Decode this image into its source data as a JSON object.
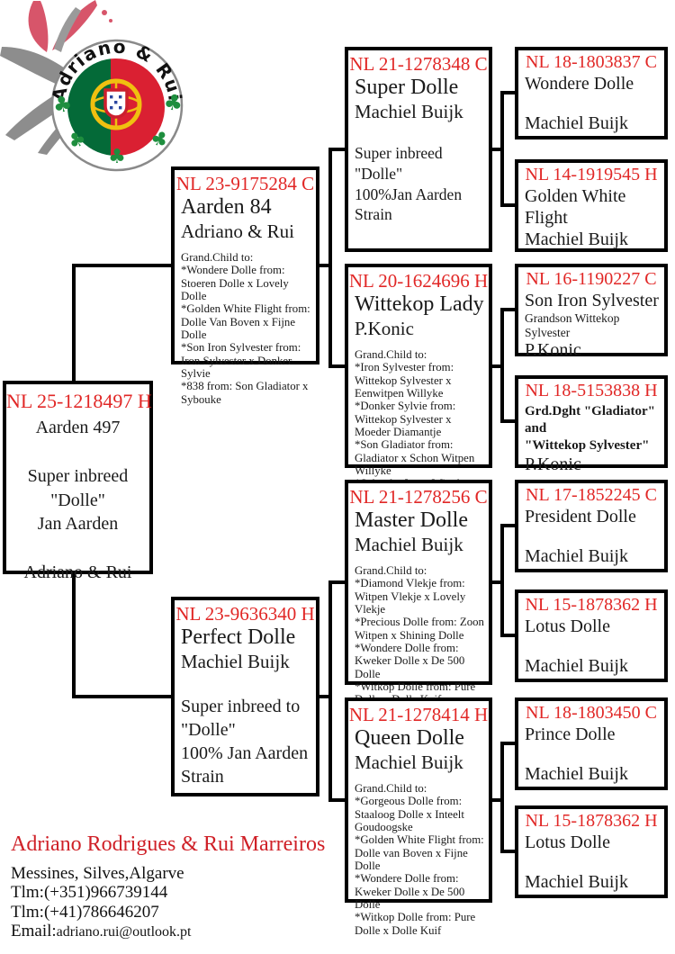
{
  "logo": {
    "brand": "Adriano & Rui",
    "clover_glyph": "♣",
    "colors": {
      "flag_green": "#046a38",
      "flag_red": "#da2032",
      "armillary_yellow": "#f0c010",
      "clover_green": "#1e8e3e",
      "wing_red": "#d7556a",
      "wing_gray": "#8d8d8d"
    }
  },
  "accent": {
    "ring_number_red": "#e12726",
    "connector_black": "#000000"
  },
  "boxes": {
    "main": {
      "ring": "NL 25-1218497 H",
      "lines": [
        "Aarden 497",
        "",
        "Super inbreed",
        "\"Dolle\"",
        "Jan Aarden",
        "",
        "Adriano & Rui"
      ]
    },
    "aarden84": {
      "ring": "NL 23-9175284 C",
      "name": "Aarden 84",
      "owner": "Adriano & Rui",
      "details": [
        "Grand.Child to:",
        "*Wondere Dolle from: Stoeren Dolle x Lovely Dolle",
        "*Golden White Flight from: Dolle Van Boven x Fijne Dolle",
        "*Son Iron Sylvester from: Iron Sylvester x Donker Sylvie",
        "*838 from: Son Gladiator x Sybouke"
      ]
    },
    "perfect": {
      "ring": "NL 23-9636340 H",
      "name": "Perfect Dolle",
      "owner": "Machiel Buijk",
      "notes": [
        "Super inbreed to",
        "\"Dolle\"",
        "100% Jan Aarden",
        "Strain"
      ]
    },
    "superdolle": {
      "ring": "NL 21-1278348 C",
      "name": "Super Dolle",
      "owner": "Machiel Buijk",
      "notes": [
        "Super inbreed \"Dolle\"",
        "100%Jan Aarden",
        "Strain"
      ]
    },
    "wittekop": {
      "ring": "NL 20-1624696 H",
      "name": "Wittekop Lady",
      "owner": "P.Konic",
      "details": [
        "Grand.Child to:",
        "*Iron Sylvester from: Wittekop Sylvester x Eenwitpen Willyke",
        "*Donker Sylvie from: Wittekop Sylvester x Moeder Diamantje",
        "*Son Gladiator from: Gladiator x Schon Witpen Willyke",
        "*Sybouke from: Wittekop Sylvester x Bourgeske"
      ]
    },
    "master": {
      "ring": "NL 21-1278256 C",
      "name": "Master Dolle",
      "owner": "Machiel Buijk",
      "details": [
        "Grand.Child to:",
        "*Diamond Vlekje from: Witpen Vlekje x Lovely Vlekje",
        "*Precious Dolle from: Zoon Witpen x Shining Dolle",
        "*Wondere Dolle from: Kweker Dolle x De 500 Dolle",
        "*Witkop Dolle from: Pure Dolle x Dolle Kuif"
      ]
    },
    "queen": {
      "ring": "NL 21-1278414 H",
      "name": "Queen Dolle",
      "owner": "Machiel Buijk",
      "details": [
        "Grand.Child to:",
        "*Gorgeous Dolle from: Staaloog Dolle x Inteelt Goudoogske",
        "*Golden White Flight from: Dolle van Boven x Fijne Dolle",
        "*Wondere Dolle from: Kweker Dolle x De 500 Dolle",
        "*Witkop Dolle from: Pure Dolle x Dolle Kuif"
      ]
    },
    "wondere": {
      "ring": "NL 18-1803837 C",
      "name": "Wondere Dolle",
      "owner": "Machiel Buijk"
    },
    "golden": {
      "ring": "NL 14-1919545 H",
      "name": "Golden White Flight",
      "owner": "Machiel Buijk"
    },
    "soniron": {
      "ring": "NL 16-1190227 C",
      "name": "Son Iron Sylvester",
      "sub": "Grandson Wittekop Sylvester",
      "owner": "P.Konic"
    },
    "grddght": {
      "ring": "NL 18-5153838 H",
      "sub": [
        "Grd.Dght \"Gladiator\" and",
        "\"Wittekop Sylvester\""
      ],
      "owner": "P.Konic"
    },
    "president": {
      "ring": "NL 17-1852245 C",
      "name": "President Dolle",
      "owner": "Machiel Buijk"
    },
    "lotus1": {
      "ring": "NL 15-1878362 H",
      "name": "Lotus Dolle",
      "owner": "Machiel Buijk"
    },
    "prince": {
      "ring": "NL 18-1803450 C",
      "name": "Prince Dolle",
      "owner": "Machiel Buijk"
    },
    "lotus2": {
      "ring": "NL 15-1878362 H",
      "name": "Lotus Dolle",
      "owner": "Machiel Buijk"
    }
  },
  "footer": {
    "title": "Adriano Rodrigues & Rui Marreiros",
    "address": "Messines, Silves,Algarve",
    "phone1": "Tlm:(+351)966739144",
    "phone2": "Tlm:(+41)786646207",
    "email_label": "Email:",
    "email": "adriano.rui@outlook.pt"
  }
}
